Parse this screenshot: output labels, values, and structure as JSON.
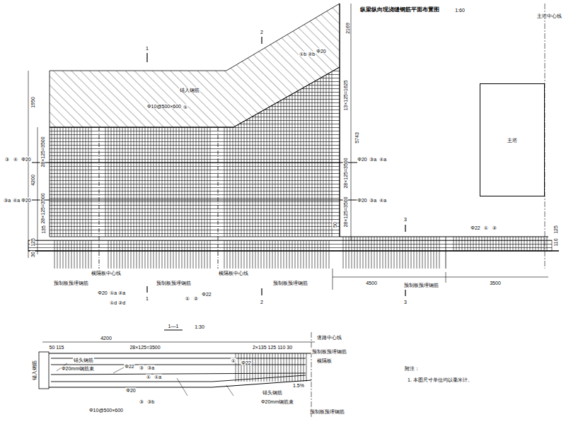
{
  "diagram": {
    "title": "纵梁纵向现浇缝钢筋平面布置图",
    "nodes": [
      {
        "text": [
          "主塔"
        ]
      }
    ],
    "labels": [
      "主塔中心线",
      "1:60",
      "2",
      "1",
      "2169",
      "①b",
      "②b",
      "Φ20",
      "1950",
      "锚入钢筋",
      "Φ10@500×600",
      "⑤",
      "13×125=1625",
      "4200",
      "28×125=3500",
      "28×125=3500",
      "28×125=3500",
      "28×125=3500",
      "5743",
      "③",
      "④",
      "Φ20",
      "③a",
      "④a",
      "Φ20",
      "Φ20",
      "③a",
      "④a",
      "Φ20",
      "③a",
      "④a",
      "135",
      "50",
      "125",
      "30",
      "110",
      "125",
      "3",
      "Φ22",
      "①",
      "②",
      "横隔板中心线",
      "横隔板中心线",
      "预制板预埋钢筋",
      "预制板预埋钢筋",
      "预制板预埋钢筋",
      "预制板预埋钢筋",
      "4500",
      "3500",
      "Φ20",
      "①a",
      "②a",
      "①d",
      "②d",
      "①",
      "②",
      "Φ22",
      "1",
      "2",
      "3",
      "1—1",
      "1:30",
      "4200",
      "50 115",
      "28×125=3500",
      "2×135 125 110 30",
      "道路中心线",
      "预制板预埋钢筋",
      "横隔板",
      "锚入钢筋",
      "锚头钢筋",
      "Φ20mm钢筋束",
      "Φ22",
      "③",
      "③a",
      "①",
      "①a",
      "①",
      "Φ22",
      "1.5%",
      "Φ20",
      "③",
      "③b",
      "Φ10@500×600",
      "锚头钢筋",
      "Φ20mm钢筋束",
      "预制板预埋钢筋",
      "附注：",
      "1. 本图尺寸单位均以毫米计。"
    ]
  }
}
